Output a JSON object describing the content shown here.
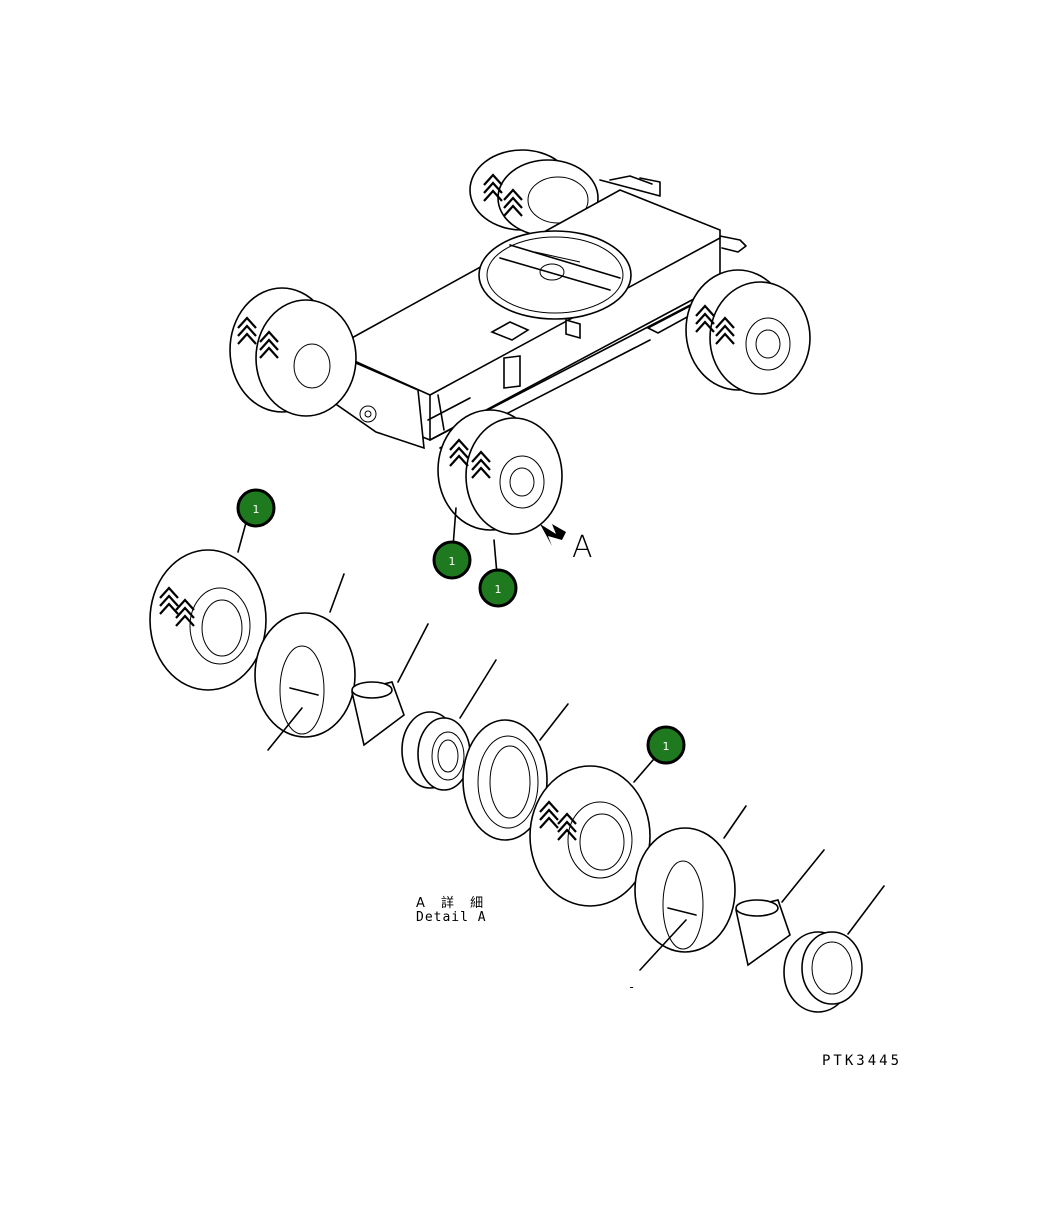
{
  "figure": {
    "view_letter": "A",
    "detail_label_jp": "A 詳 細",
    "detail_label_en": "Detail A",
    "drawing_code": "PTK3445",
    "dash_mark": "-"
  },
  "callouts": [
    {
      "number": "1"
    },
    {
      "number": "1"
    },
    {
      "number": "1"
    },
    {
      "number": "1"
    }
  ],
  "colors": {
    "balloon_fill": "#1f7a1f",
    "balloon_border": "#000000",
    "balloon_text": "#ffffff",
    "line": "#000000",
    "background": "#ffffff"
  }
}
